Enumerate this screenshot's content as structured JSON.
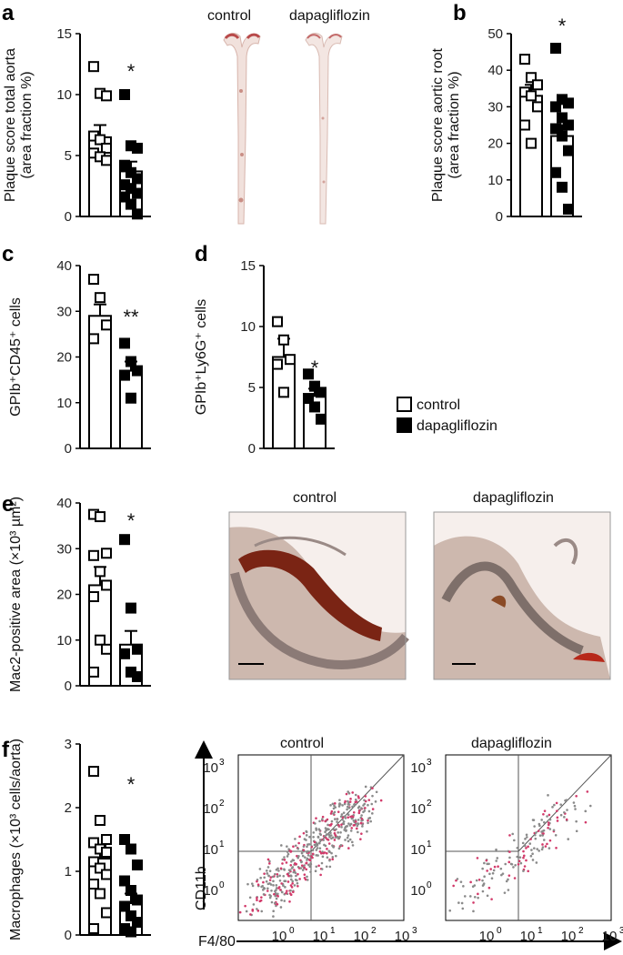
{
  "panels": {
    "a": "a",
    "b": "b",
    "c": "c",
    "d": "d",
    "e": "e",
    "f": "f"
  },
  "legend": {
    "control": "control",
    "treated": "dapagliflozin"
  },
  "image_labels": {
    "aorta_control": "control",
    "aorta_treated": "dapagliflozin",
    "histo_control": "control",
    "histo_treated": "dapagliflozin",
    "flow_control": "control",
    "flow_treated": "dapagliflozin"
  },
  "flow": {
    "ylabel": "CD11b",
    "xlabel": "F4/80",
    "xticks": [
      "10",
      "10",
      "10",
      "10"
    ],
    "xticks_exp": [
      "0",
      "1",
      "2",
      "3"
    ],
    "yticks": [
      "10",
      "10",
      "10",
      "10"
    ],
    "yticks_exp": [
      "0",
      "1",
      "2",
      "3"
    ]
  },
  "chart_data": [
    {
      "id": "a",
      "type": "bar",
      "categories": [
        "control",
        "dapagliflozin"
      ],
      "ylabel_lines": [
        "Plaque score total aorta",
        "(area fraction %)"
      ],
      "ylim": [
        0,
        15
      ],
      "yticks": [
        0,
        5,
        10,
        15
      ],
      "means": [
        6.5,
        3.7
      ],
      "sem": [
        1.0,
        0.8
      ],
      "points": [
        [
          12.3,
          10.1,
          9.9,
          6.6,
          6.3,
          5.6,
          5.2,
          4.9,
          4.6
        ],
        [
          10.0,
          5.8,
          5.6,
          4.2,
          3.6,
          3.1,
          2.6,
          2.3,
          1.9,
          1.6,
          1.0,
          0.2
        ]
      ],
      "significance": "*"
    },
    {
      "id": "b",
      "type": "bar",
      "categories": [
        "control",
        "dapagliflozin"
      ],
      "ylabel_lines": [
        "Plaque score aortic root",
        "(area fraction %)"
      ],
      "ylim": [
        0,
        50
      ],
      "yticks": [
        0,
        10,
        20,
        30,
        40,
        50
      ],
      "means": [
        33,
        22
      ],
      "sem": [
        3,
        3
      ],
      "points": [
        [
          43,
          38,
          36,
          34,
          33,
          30,
          25,
          20
        ],
        [
          46,
          32,
          31,
          30,
          27,
          25,
          24,
          22,
          18,
          12,
          8,
          2
        ]
      ],
      "significance": "*"
    },
    {
      "id": "c",
      "type": "bar",
      "categories": [
        "control",
        "dapagliflozin"
      ],
      "ylabel": "GPIb⁺CD45⁺ cells",
      "ylim": [
        0,
        40
      ],
      "yticks": [
        0,
        10,
        20,
        30,
        40
      ],
      "means": [
        29,
        17
      ],
      "sem": [
        2.5,
        2
      ],
      "points": [
        [
          37,
          33,
          27,
          24
        ],
        [
          23,
          19,
          17,
          16,
          11
        ]
      ],
      "significance": "**"
    },
    {
      "id": "d",
      "type": "bar",
      "categories": [
        "control",
        "dapagliflozin"
      ],
      "ylabel": "GPIb⁺Ly6G⁺ cells",
      "ylim": [
        0,
        15
      ],
      "yticks": [
        0,
        5,
        10,
        15
      ],
      "means": [
        7.5,
        4.3
      ],
      "sem": [
        1.5,
        0.6
      ],
      "points": [
        [
          10.4,
          8.9,
          7.3,
          6.9,
          4.6
        ],
        [
          6.1,
          5.1,
          4.6,
          4.1,
          3.4,
          2.4
        ]
      ],
      "significance": "*"
    },
    {
      "id": "e",
      "type": "bar",
      "categories": [
        "control",
        "dapagliflozin"
      ],
      "ylabel": "Mac2-positive area (×10³ µm²)",
      "ylim": [
        0,
        40
      ],
      "yticks": [
        0,
        10,
        20,
        30,
        40
      ],
      "means": [
        22,
        9
      ],
      "sem": [
        4,
        3
      ],
      "points": [
        [
          37.5,
          37,
          29,
          28.5,
          25,
          22,
          19.5,
          10,
          8,
          3
        ],
        [
          32,
          17,
          8,
          7,
          3,
          2
        ]
      ],
      "significance": "*"
    },
    {
      "id": "f",
      "type": "bar",
      "categories": [
        "control",
        "dapagliflozin"
      ],
      "ylabel": "Macrophages (×10³ cells/aorta)",
      "ylim": [
        0,
        3
      ],
      "yticks": [
        0,
        1,
        2,
        3
      ],
      "means": [
        1.2,
        0.5
      ],
      "sem": [
        0.2,
        0.15
      ],
      "points": [
        [
          2.57,
          1.8,
          1.5,
          1.45,
          1.35,
          1.3,
          1.15,
          1.05,
          0.95,
          0.8,
          0.65,
          0.35,
          0.1
        ],
        [
          1.5,
          1.35,
          1.1,
          0.85,
          0.7,
          0.55,
          0.45,
          0.3,
          0.2,
          0.1,
          0.05
        ]
      ],
      "significance": "*"
    }
  ]
}
